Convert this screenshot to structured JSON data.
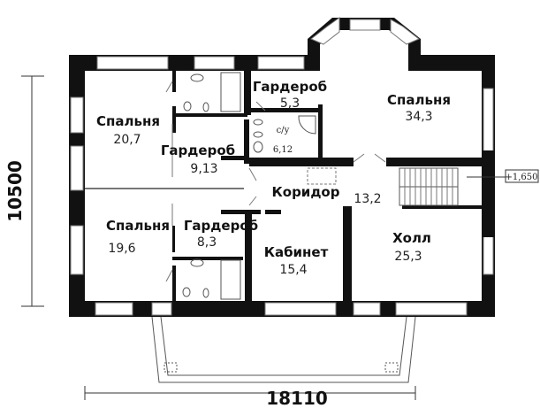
{
  "dimensions": {
    "width": "18110",
    "height": "10500"
  },
  "level_mark": "+1,650",
  "rooms": [
    {
      "name": "Спальня",
      "area": "20,7"
    },
    {
      "name": "Гардероб",
      "area": "9,13"
    },
    {
      "name": "Гардероб",
      "area": "5,3"
    },
    {
      "name": "Спальня",
      "area": "34,3"
    },
    {
      "name": "с/у",
      "area": "6,12"
    },
    {
      "name": "Коридор",
      "area": "13,2"
    },
    {
      "name": "Спальня",
      "area": "19,6"
    },
    {
      "name": "Гардероб",
      "area": "8,3"
    },
    {
      "name": "Кабинет",
      "area": "15,4"
    },
    {
      "name": "Холл",
      "area": "25,3"
    }
  ]
}
